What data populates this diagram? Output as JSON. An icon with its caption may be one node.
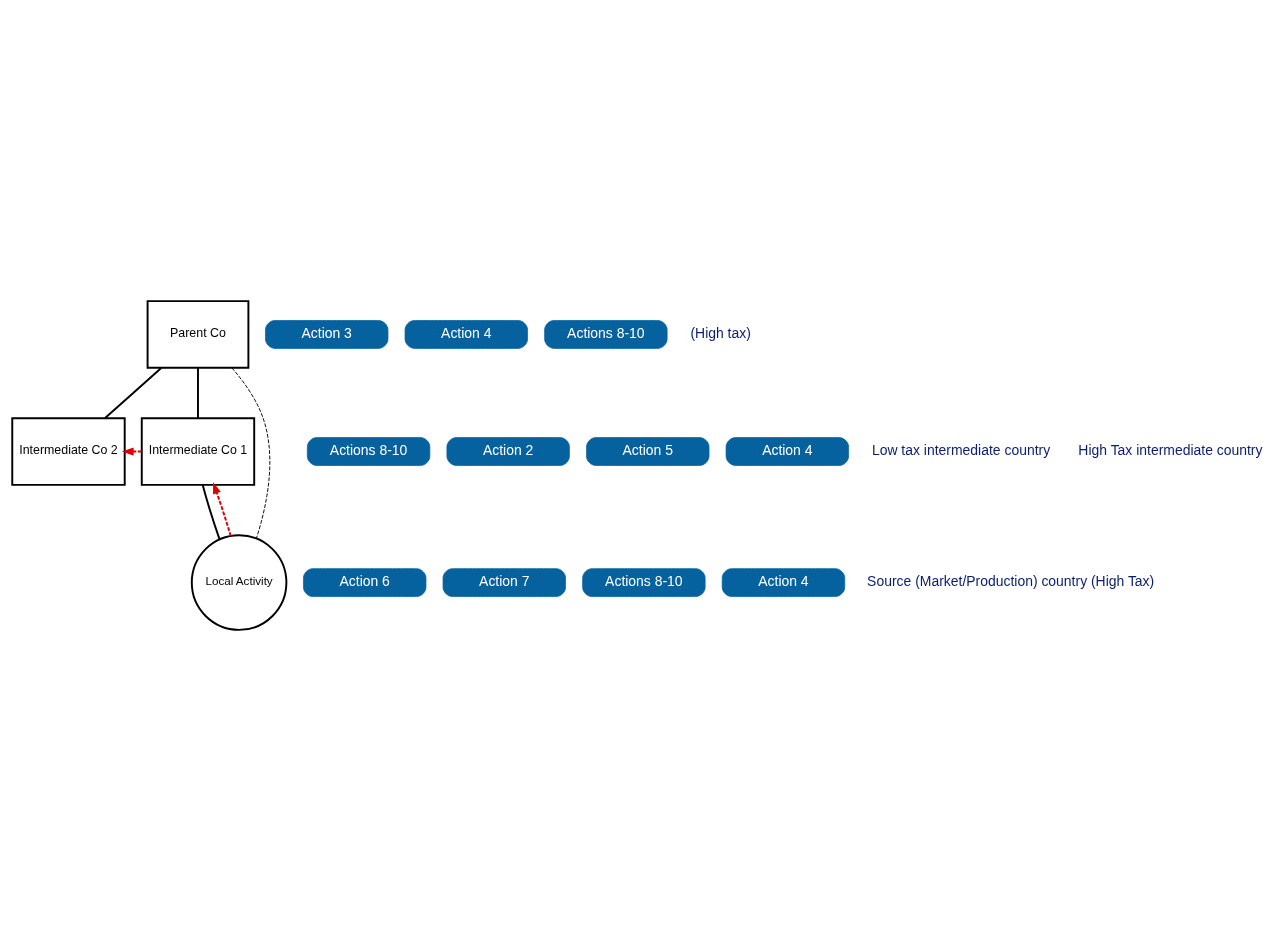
{
  "diagram": {
    "nodes": [
      {
        "text": [
          "Parent Co"
        ]
      },
      {
        "text": [
          "Action 3"
        ]
      },
      {
        "text": [
          "Action 4"
        ]
      },
      {
        "text": [
          "Actions 8-10"
        ]
      },
      {
        "text": [
          "Intermediate Co 2"
        ]
      },
      {
        "text": [
          "Intermediate Co 1"
        ]
      },
      {
        "text": [
          "Actions 8-10"
        ]
      },
      {
        "text": [
          "Action 2"
        ]
      },
      {
        "text": [
          "Action 5"
        ]
      },
      {
        "text": [
          "Action 4"
        ]
      },
      {
        "text": [
          "Local Activity"
        ]
      },
      {
        "text": [
          "Action 6"
        ]
      },
      {
        "text": [
          "Action 7"
        ]
      },
      {
        "text": [
          "Actions 8-10"
        ]
      },
      {
        "text": [
          "Action 4"
        ]
      }
    ],
    "edges": [
      {
        "from": 0,
        "to": 4,
        "arrow": "none"
      },
      {
        "from": 0,
        "to": 5,
        "arrow": "none"
      },
      {
        "from": 0,
        "to": 10,
        "arrow": "none",
        "style": "dashed"
      },
      {
        "from": 5,
        "to": 4,
        "arrow": "to",
        "style": "dashed",
        "color": "#dd0000"
      },
      {
        "from": 5,
        "to": 10,
        "arrow": "none"
      },
      {
        "from": 10,
        "to": 5,
        "arrow": "to",
        "style": "dashed",
        "color": "#dd0000"
      }
    ],
    "labels": [
      "(High tax)",
      "Low tax intermediate country",
      "High Tax intermediate country",
      "Source (Market/Production) country (High Tax)"
    ]
  }
}
